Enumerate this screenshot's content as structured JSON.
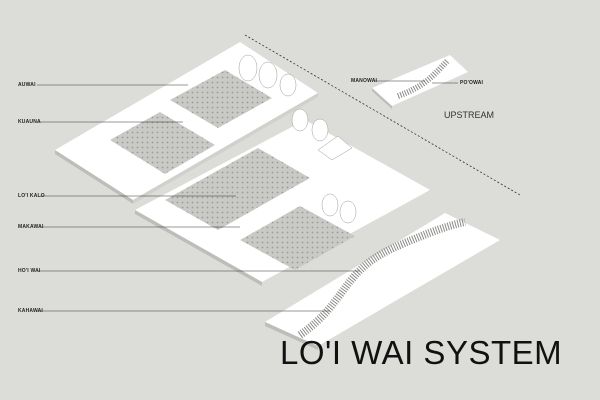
{
  "labels": {
    "auwai": "AUWAI",
    "kuauna": "KUAUNA",
    "loi_kalo": "LO'I KALO",
    "makawai": "MAKAWAI",
    "hoi_wai": "HO'I WAI",
    "kahawai": "KAHAWAI",
    "manowai": "MANOWAI",
    "poowai": "PO'OWAI"
  },
  "upstream": "UPSTREAM",
  "title": "LO'I WAI SYSTEM",
  "colors": {
    "background": "#dcdcd8",
    "platform": "#ffffff",
    "field": "#c8c8c4",
    "stream": "#9a9a96"
  }
}
